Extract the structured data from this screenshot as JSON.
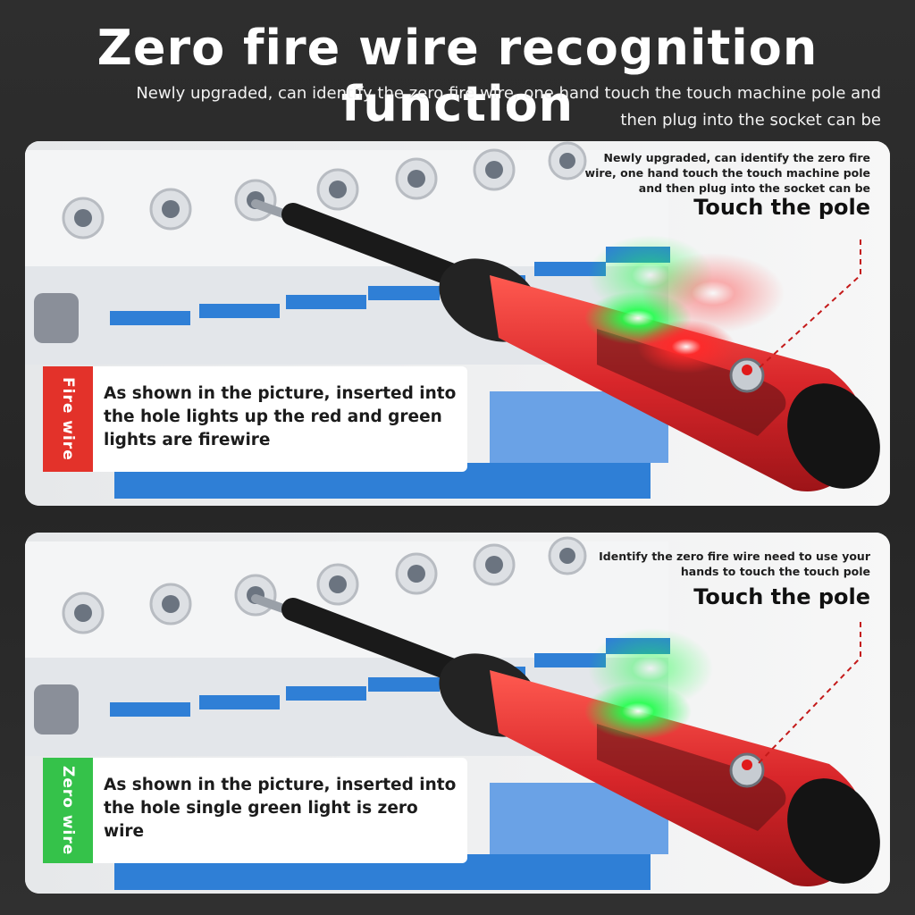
{
  "header": {
    "title": "Zero fire wire recognition function",
    "subtitle_line1": "Newly upgraded, can identify the zero fire wire, one hand touch the touch machine pole and",
    "subtitle_line2": "then plug into the socket can be"
  },
  "panel_fire": {
    "tag": "Fire wire",
    "description": "As shown in the picture, inserted into the hole lights up the red and green lights are firewire",
    "note": "Newly upgraded, can identify the zero fire wire, one hand touch the touch machine pole and then plug into the socket can be",
    "pole_label": "Touch the pole",
    "light_colors": [
      "#ff2a2a",
      "#1fff4a"
    ]
  },
  "panel_zero": {
    "tag": "Zero wire",
    "description": "As shown in the picture, inserted into the hole single green light is zero wire",
    "note": "Identify the zero fire wire need to use your hands to touch the touch pole",
    "pole_label": "Touch the pole",
    "light_colors": [
      "#1fff4a"
    ]
  },
  "colors": {
    "fire_tag": "#e3322a",
    "zero_tag": "#35c24a",
    "handle_red": "#d8262a",
    "breaker_blue": "#2f7fd6"
  }
}
